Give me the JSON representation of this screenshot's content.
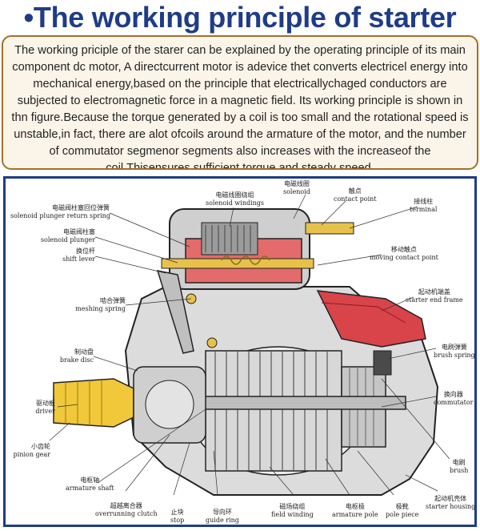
{
  "title": "•The working principle of starter",
  "intro_text": "The working priciple of the starer can be explained by the operating principle of its main component dc motor, A directcurrent motor is adevice thet converts electricel energy into mechanical energy,based on the principle that electricallychaged conductors are subjected to electromagnetic force in a magnetic field. Its working principle is shown in thn figure.Because the torque generated by a coil is too small and the rotational speed is unstable,in fact, there are alot ofcoils around the armature of the motor, and the number of commutator segmenor segments also increases with the increaseof the coil.Thisensures sufficient torque and steady speed.",
  "labels": {
    "solenoid_windings": {
      "cn": "电磁线圈绕组",
      "en": "solenoid windings"
    },
    "solenoid": {
      "cn": "电磁线圈",
      "en": "solenoid"
    },
    "contact_point": {
      "cn": "触点",
      "en": "contact point"
    },
    "terminal": {
      "cn": "接线柱",
      "en": "terminal"
    },
    "plunger_return_spring": {
      "cn": "电磁阀柱塞回位弹簧",
      "en": "solenoid plunger return spring"
    },
    "solenoid_plunger": {
      "cn": "电磁阀柱塞",
      "en": "solenoid plunger"
    },
    "shift_lever": {
      "cn": "换位杆",
      "en": "shift lever"
    },
    "moving_contact_point": {
      "cn": "移动触点",
      "en": "moving contact point"
    },
    "starter_end_frame": {
      "cn": "起动机端盖",
      "en": "starter end frame"
    },
    "meshing_spring": {
      "cn": "啮合弹簧",
      "en": "meshing spring"
    },
    "brake_disc": {
      "cn": "制动盘",
      "en": "brake disc"
    },
    "brush_spring": {
      "cn": "电刷弹簧",
      "en": "brush spring"
    },
    "driver": {
      "cn": "驱动板",
      "en": "driver"
    },
    "commutator": {
      "cn": "换向器",
      "en": "commutator"
    },
    "pinion_gear": {
      "cn": "小齿轮",
      "en": "pinion gear"
    },
    "brush": {
      "cn": "电刷",
      "en": "brush"
    },
    "armature_shaft": {
      "cn": "电枢轴",
      "en": "armature shaft"
    },
    "overrunning_clutch": {
      "cn": "超越离合器",
      "en": "overrunning clutch"
    },
    "stop": {
      "cn": "止块",
      "en": "stop"
    },
    "guide_ring": {
      "cn": "导向环",
      "en": "guide ring"
    },
    "field_winding": {
      "cn": "磁场绕组",
      "en": "field winding"
    },
    "armature_pole": {
      "cn": "电枢极",
      "en": "armature pole"
    },
    "pole_piece": {
      "cn": "极靴",
      "en": "pole piece"
    },
    "starter_housing": {
      "cn": "起动机壳体",
      "en": "starter housing"
    }
  }
}
